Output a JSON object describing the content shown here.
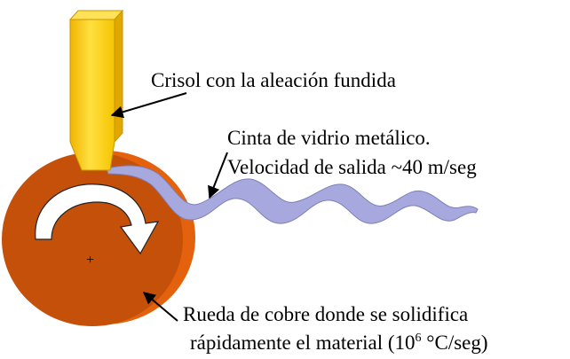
{
  "labels": {
    "crucible": "Crisol con la aleación fundida",
    "ribbon_line1": "Cinta de vidrio metálico.",
    "ribbon_line2": "Velocidad de salida ~40 m/seg",
    "wheel_line1": "Rueda de cobre donde se solidifica",
    "wheel_line2_pre": "rápidamente el material (10",
    "wheel_line2_sup": "6",
    "wheel_line2_post": " °C/seg)",
    "center_mark": "+"
  },
  "colors": {
    "crucible_front": "#f8d21a",
    "crucible_side": "#e0a800",
    "crucible_top": "#ffe25a",
    "wheel_face": "#c4500a",
    "wheel_rim": "#e4620e",
    "ribbon": "#a7a9de",
    "ribbon_edge": "#7d80b8",
    "rotation_arrow": "#ffffff"
  },
  "icons": {
    "rotation": "clockwise-arrow-icon"
  }
}
